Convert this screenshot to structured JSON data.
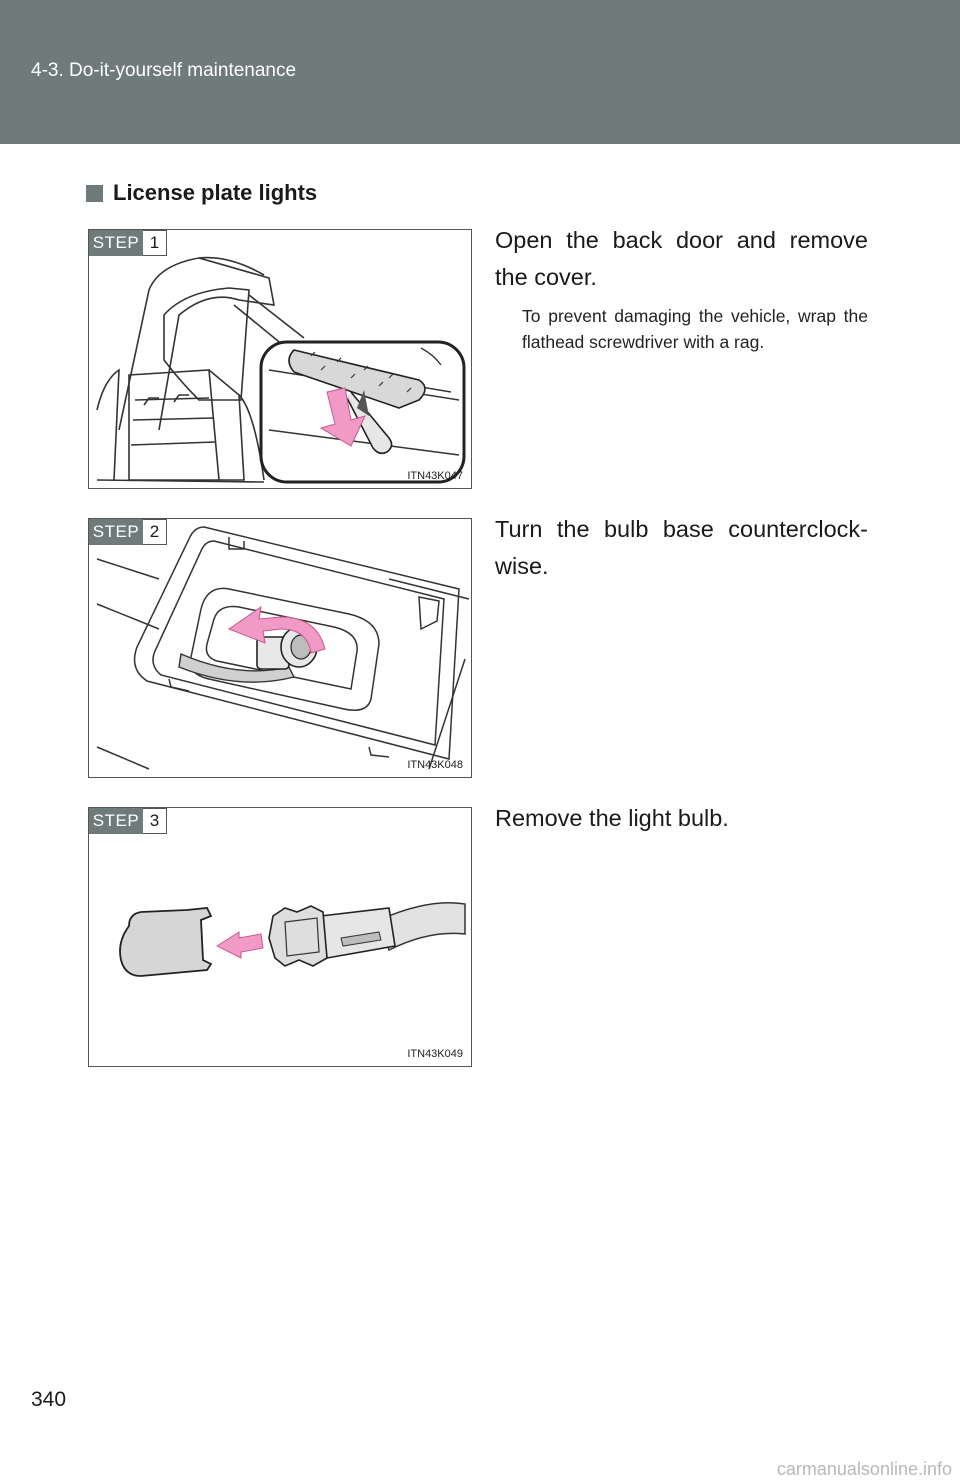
{
  "header": {
    "section": "4-3. Do-it-yourself maintenance"
  },
  "heading": {
    "title": "License plate lights"
  },
  "steps": [
    {
      "label": "STEP",
      "number": "1",
      "figure_code": "ITN43K047",
      "text": "Open the back door and remove the cover.",
      "note": "To prevent damaging the vehicle, wrap the flathead screwdriver with a rag."
    },
    {
      "label": "STEP",
      "number": "2",
      "figure_code": "ITN43K048",
      "text": "Turn the bulb base counterclock-wise."
    },
    {
      "label": "STEP",
      "number": "3",
      "figure_code": "ITN43K049",
      "text": "Remove the light bulb."
    }
  ],
  "footer": {
    "page_number": "340",
    "watermark": "carmanualsonline.info"
  },
  "colors": {
    "header_bg": "#6f7b7b",
    "arrow": "#f19ac6",
    "text": "#1a1a1a"
  }
}
